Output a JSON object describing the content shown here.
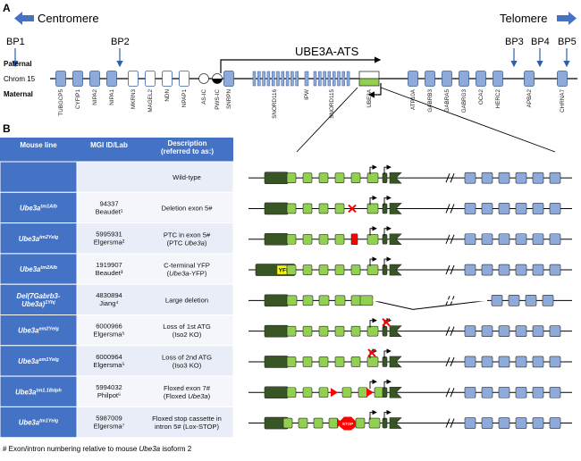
{
  "panel_a": {
    "label": "A",
    "centromere_label": "Centromere",
    "telomere_label": "Telomere",
    "breakpoints": [
      "BP1",
      "BP2",
      "BP3",
      "BP4",
      "BP5"
    ],
    "ats_label": "UBE3A-ATS",
    "row_labels": {
      "paternal": "Paternal",
      "chrom": "Chrom 15",
      "maternal": "Maternal"
    },
    "genes": [
      "TUBGCP5",
      "CYFIP1",
      "NIPA2",
      "NIPA1",
      "MKRN3",
      "MAGEL2",
      "NDN",
      "NPAP1",
      "AS-IC",
      "PWS-IC",
      "SNRPN",
      "SNORD116",
      "IPW",
      "SNORD115",
      "UBE3A",
      "ATP10A",
      "GABRB3",
      "GABRA5",
      "GABRG3",
      "OCA2",
      "HERC2",
      "APBA2",
      "CHRNA7"
    ]
  },
  "panel_b": {
    "label": "B",
    "table": {
      "headers": [
        "Mouse line",
        "MGI ID/Lab",
        "Description\n(referred to as:)"
      ],
      "rows": [
        {
          "line": "",
          "id": "",
          "lab": "",
          "desc": "Wild-type"
        },
        {
          "line": "Ube3a^tm1Alb",
          "id": "94337",
          "lab": "Beaudet¹",
          "desc": "Deletion exon 5#"
        },
        {
          "line": "Ube3a^tm2Yelg",
          "id": "5995931",
          "lab": "Elgersma²",
          "desc": "PTC in exon 5#\n(PTC Ube3a)"
        },
        {
          "line": "Ube3a^tm2Alb",
          "id": "1919907",
          "lab": "Beaudet³",
          "desc": "C-terminal YFP\n(Ube3a-YFP)"
        },
        {
          "line": "Del(7Gabrb3-\nUbe3a)^1Yhj",
          "id": "4830894",
          "lab": "Jiang⁴",
          "desc": "Large deletion"
        },
        {
          "line": "Ube3a^em2Yelg",
          "id": "6000966",
          "lab": "Elgersma⁵",
          "desc": "Loss of 1st ATG\n(Iso2 KO)"
        },
        {
          "line": "Ube3a^em1Yelg",
          "id": "6000964",
          "lab": "Elgersma⁵",
          "desc": "Loss of 2nd ATG\n(Iso3 KO)"
        },
        {
          "line": "Ube3a^tm1.1Bdph",
          "id": "5994032",
          "lab": "Philpot⁶",
          "desc": "Floxed exon 7#\n(Floxed Ube3a)"
        },
        {
          "line": "Ube3a^tm1Yelg",
          "id": "5987009",
          "lab": "Elgersma⁷",
          "desc": "Floxed stop cassette in\nintron 5# (Lox-STOP)"
        }
      ]
    },
    "yfp_label": "YFP",
    "stop_label": "STOP",
    "footnote": "# Exon/intron numbering relative to mouse Ube3a isoform 2"
  },
  "colors": {
    "gene_blue": "#8eaadb",
    "gene_blue_stroke": "#3f5f9a",
    "header_blue": "#4472c4",
    "row_light": "#e9edf7",
    "row_lighter": "#f4f6fb",
    "exon_green": "#92d050",
    "exon_dark": "#375623",
    "yfp": "#ffff00",
    "mutation": "#ff0000"
  }
}
